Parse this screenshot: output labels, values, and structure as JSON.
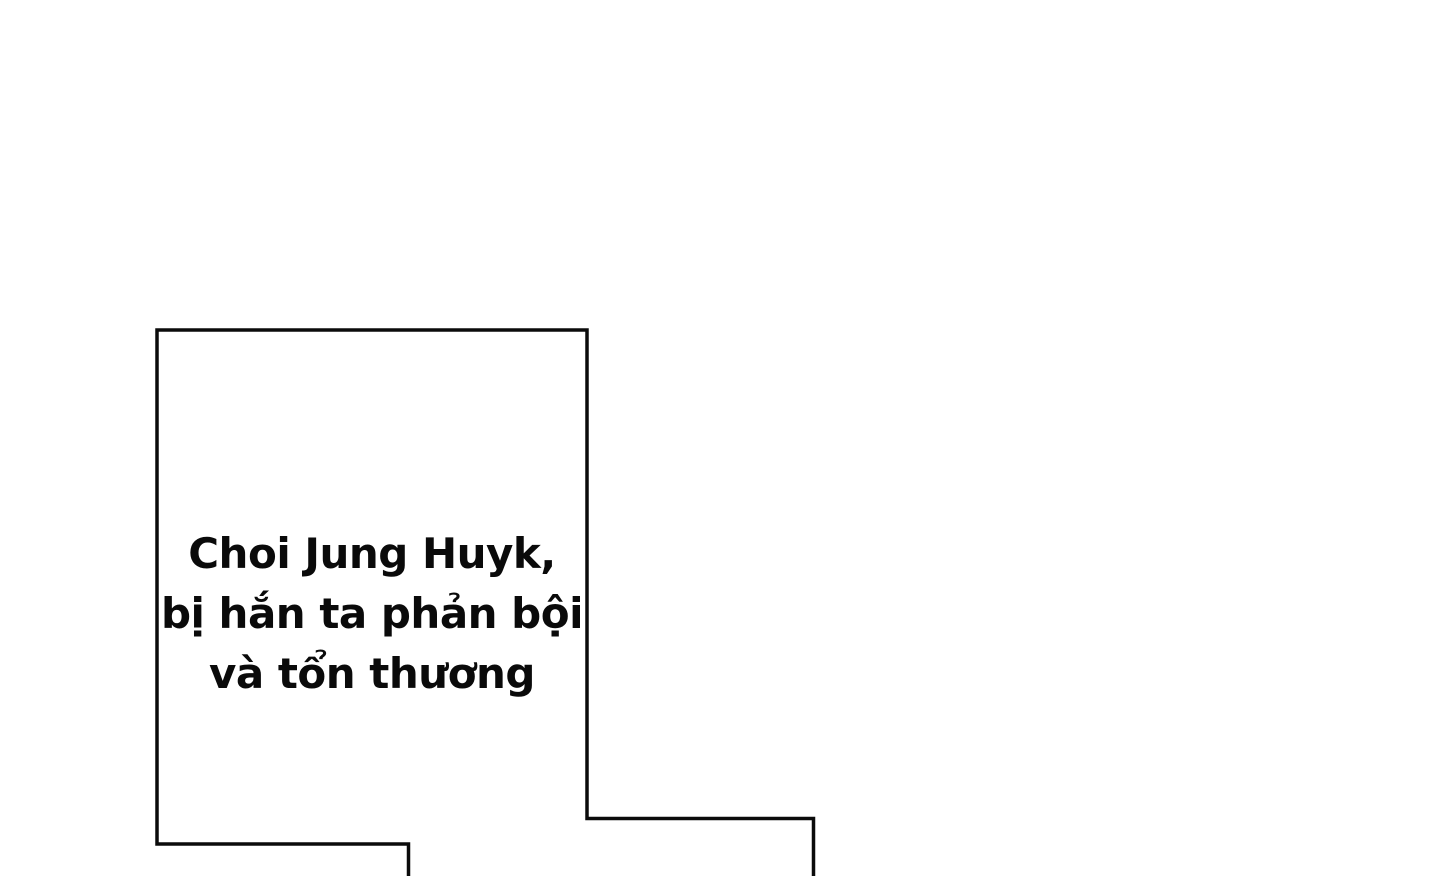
{
  "page": {
    "type": "comic-panel",
    "colors": {
      "background": "#ffffff",
      "panel_border": "#0b0b0b",
      "text": "#0a0a0a"
    },
    "panel": {
      "dialogue": {
        "lines": [
          "Choi Jung Huyk,",
          "bị hắn ta phản bội",
          "và tổn thương"
        ]
      }
    }
  }
}
